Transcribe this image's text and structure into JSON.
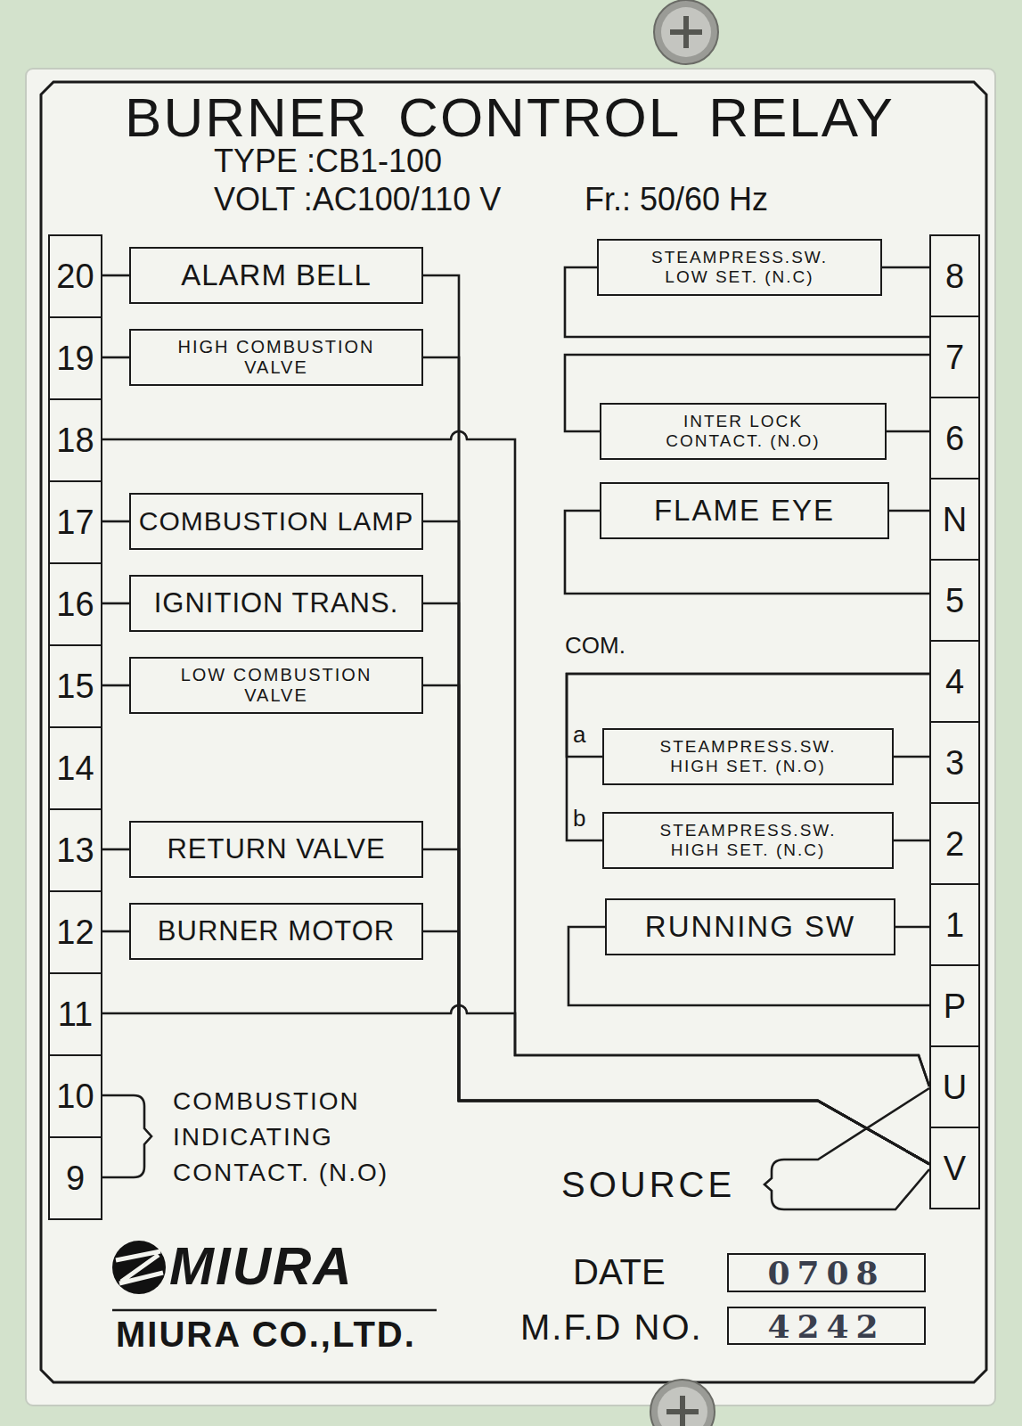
{
  "diagram": {
    "title": "BURNER CONTROL RELAY",
    "nodes": [
      {
        "text": [
          "20"
        ]
      },
      {
        "text": [
          "19"
        ]
      },
      {
        "text": [
          "18"
        ]
      },
      {
        "text": [
          "17"
        ]
      },
      {
        "text": [
          "16"
        ]
      },
      {
        "text": [
          "15"
        ]
      },
      {
        "text": [
          "14"
        ]
      },
      {
        "text": [
          "13"
        ]
      },
      {
        "text": [
          "12"
        ]
      },
      {
        "text": [
          "11"
        ]
      },
      {
        "text": [
          "10"
        ]
      },
      {
        "text": [
          "9"
        ]
      },
      {
        "text": [
          "ALARM BELL"
        ]
      },
      {
        "text": [
          "HIGH COMBUSTION VALVE"
        ]
      },
      {
        "text": [
          "COMBUSTION LAMP"
        ]
      },
      {
        "text": [
          "IGNITION TRANS."
        ]
      },
      {
        "text": [
          "LOW COMBUSTION VALVE"
        ]
      },
      {
        "text": [
          "RETURN VALVE"
        ]
      },
      {
        "text": [
          "BURNER MOTOR"
        ]
      },
      {
        "text": [
          "STEAMPRESS.SW. LOW SET. (N.C)"
        ]
      },
      {
        "text": [
          "INTER LOCK CONTACT. (N.O)"
        ]
      },
      {
        "text": [
          "FLAME EYE"
        ]
      },
      {
        "text": [
          "STEAMPRESS.SW. HIGH SET. (N.O)"
        ]
      },
      {
        "text": [
          "STEAMPRESS.SW. HIGH SET. (N.C)"
        ]
      },
      {
        "text": [
          "RUNNING SW"
        ]
      },
      {
        "text": [
          "8"
        ]
      },
      {
        "text": [
          "7"
        ]
      },
      {
        "text": [
          "6"
        ]
      },
      {
        "text": [
          "N"
        ]
      },
      {
        "text": [
          "5"
        ]
      },
      {
        "text": [
          "4"
        ]
      },
      {
        "text": [
          "3"
        ]
      },
      {
        "text": [
          "2"
        ]
      },
      {
        "text": [
          "1"
        ]
      },
      {
        "text": [
          "P"
        ]
      },
      {
        "text": [
          "U"
        ]
      },
      {
        "text": [
          "V"
        ]
      },
      {
        "text": [
          "0708"
        ]
      },
      {
        "text": [
          "4242"
        ]
      }
    ],
    "edges": [
      {
        "from": 0,
        "to": 12,
        "arrow": "none"
      },
      {
        "from": 1,
        "to": 13,
        "arrow": "none"
      },
      {
        "from": 3,
        "to": 14,
        "arrow": "none"
      },
      {
        "from": 4,
        "to": 15,
        "arrow": "none"
      },
      {
        "from": 5,
        "to": 16,
        "arrow": "none"
      },
      {
        "from": 7,
        "to": 17,
        "arrow": "none"
      },
      {
        "from": 8,
        "to": 18,
        "arrow": "none"
      },
      {
        "from": 12,
        "to": 36,
        "arrow": "none"
      },
      {
        "from": 13,
        "to": 36,
        "arrow": "none"
      },
      {
        "from": 14,
        "to": 36,
        "arrow": "none"
      },
      {
        "from": 15,
        "to": 36,
        "arrow": "none"
      },
      {
        "from": 16,
        "to": 36,
        "arrow": "none"
      },
      {
        "from": 17,
        "to": 36,
        "arrow": "none"
      },
      {
        "from": 18,
        "to": 36,
        "arrow": "none"
      },
      {
        "from": 2,
        "to": 35,
        "arrow": "none"
      },
      {
        "from": 9,
        "to": 35,
        "arrow": "none"
      },
      {
        "from": 25,
        "to": 19,
        "arrow": "none"
      },
      {
        "from": 19,
        "to": 26,
        "arrow": "none"
      },
      {
        "from": 26,
        "to": 20,
        "arrow": "none"
      },
      {
        "from": 20,
        "to": 27,
        "arrow": "none"
      },
      {
        "from": 28,
        "to": 21,
        "arrow": "none"
      },
      {
        "from": 21,
        "to": 29,
        "arrow": "none"
      },
      {
        "from": 30,
        "to": 22,
        "arrow": "none"
      },
      {
        "from": 30,
        "to": 23,
        "arrow": "none"
      },
      {
        "from": 22,
        "to": 31,
        "arrow": "none"
      },
      {
        "from": 23,
        "to": 32,
        "arrow": "none"
      },
      {
        "from": 34,
        "to": 24,
        "arrow": "none"
      },
      {
        "from": 24,
        "to": 33,
        "arrow": "none"
      }
    ],
    "labels": [
      "TYPE :CB1-100",
      "VOLT :AC100/110 V",
      "Fr.: 50/60 Hz",
      "COM.",
      "a",
      "b",
      "COMBUSTION INDICATING CONTACT. (N.O)",
      "SOURCE",
      "MIURA",
      "MIURA CO.,LTD.",
      "DATE",
      "M.F.D NO."
    ]
  }
}
